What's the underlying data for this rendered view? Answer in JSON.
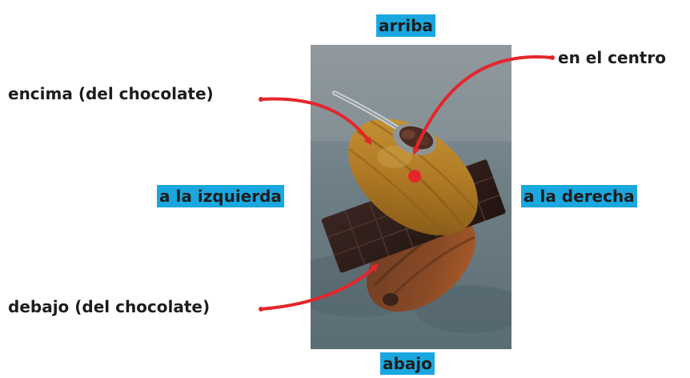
{
  "labels": {
    "top": "arriba",
    "bottom": "abajo",
    "left": "a la izquierda",
    "right": "a la derecha",
    "center": "en el centro",
    "on_top": "encima (del chocolate)",
    "under": "debajo (del chocolate)"
  },
  "colors": {
    "badge_bg": "#1aa7e0",
    "arrow": "#e4262c",
    "text": "#1d1d1b"
  }
}
